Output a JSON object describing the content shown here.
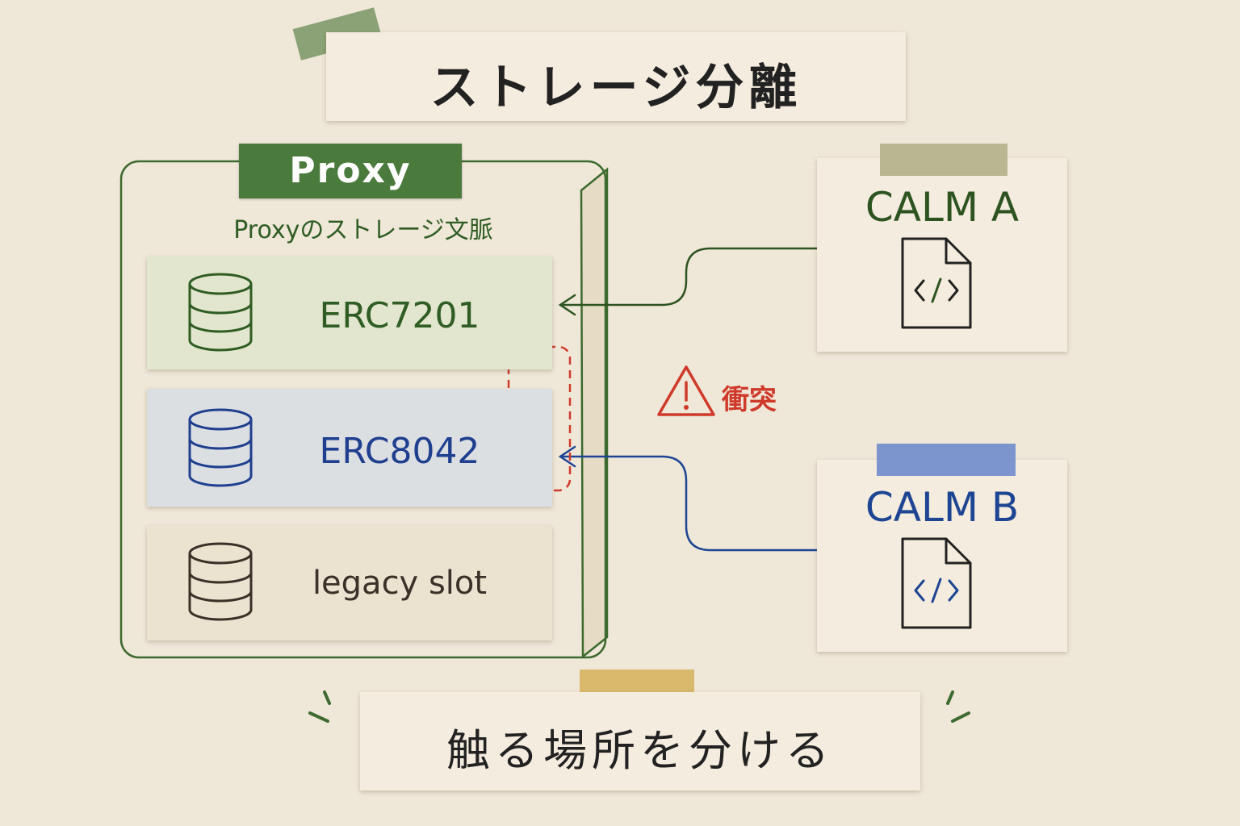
{
  "title": "ストレージ分離",
  "proxy": {
    "label": "Proxy",
    "context_label": "Proxyのストレージ文脈",
    "slots": [
      {
        "label": "ERC7201",
        "color": "#2f5d23",
        "bg": "#e2e6ce",
        "icon": "database-icon"
      },
      {
        "label": "ERC8042",
        "color": "#1f3f8f",
        "bg": "#dcdfe2",
        "icon": "database-icon"
      },
      {
        "label": "legacy slot",
        "color": "#3a3128",
        "bg": "#ebe2cf",
        "icon": "database-icon"
      }
    ]
  },
  "calm_a": {
    "label": "CALM A",
    "color": "#2d5420",
    "icon": "code-file-icon"
  },
  "calm_b": {
    "label": "CALM B",
    "color": "#1d4593",
    "icon": "code-file-icon"
  },
  "conflict": {
    "label": "衝突",
    "color": "#cf3a2a",
    "icon": "warning-icon"
  },
  "footer": "触る場所を分ける",
  "colors": {
    "background": "#efe7d8",
    "proxy_green": "#4a7a3c",
    "tape_green": "#7e9a6a",
    "tape_sage": "#b2b08a",
    "tape_blue": "#6f8ccc",
    "tape_gold": "#d6b560"
  }
}
